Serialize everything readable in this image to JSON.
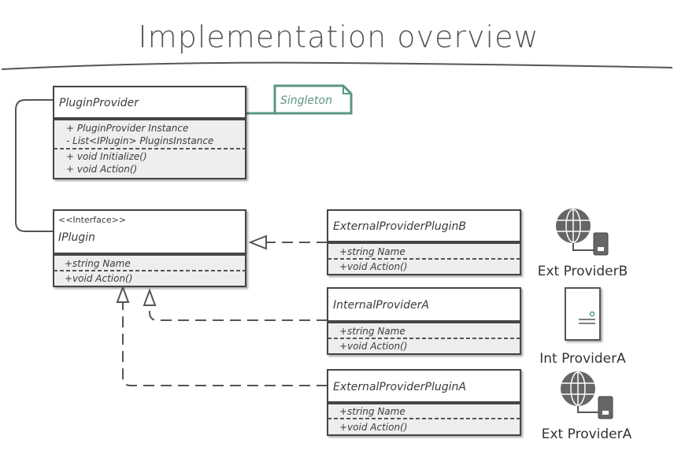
{
  "title": "Implementation overview",
  "note": {
    "label": "Singleton",
    "color": "#5a9685"
  },
  "classes": {
    "plugin_provider": {
      "name": "PluginProvider",
      "attributes": [
        "+ PluginProvider Instance",
        "- List<IPlugin> PluginsInstance"
      ],
      "methods": [
        "+ void Initialize()",
        "+ void Action()"
      ]
    },
    "iplugin": {
      "stereotype": "<<Interface>>",
      "name": "IPlugin",
      "attributes": [
        "+string Name"
      ],
      "methods": [
        "+void Action()"
      ]
    },
    "external_b": {
      "name": "ExternalProviderPluginB",
      "attributes": [
        "+string Name"
      ],
      "methods": [
        "+void Action()"
      ]
    },
    "internal_a": {
      "name": "InternalProviderA",
      "attributes": [
        "+string Name"
      ],
      "methods": [
        "+void Action()"
      ]
    },
    "external_a": {
      "name": "ExternalProviderPluginA",
      "attributes": [
        "+string Name"
      ],
      "methods": [
        "+void Action()"
      ]
    }
  },
  "providers": {
    "ext_b": {
      "label": "Ext ProviderB",
      "icon": "globe-device-icon"
    },
    "int_a": {
      "label": "Int ProviderA",
      "icon": "server-icon"
    },
    "ext_a": {
      "label": "Ext ProviderA",
      "icon": "globe-device-icon"
    }
  },
  "colors": {
    "ink": "#3b3b3b",
    "compartment": "#eeeeee",
    "note": "#5a9685"
  }
}
